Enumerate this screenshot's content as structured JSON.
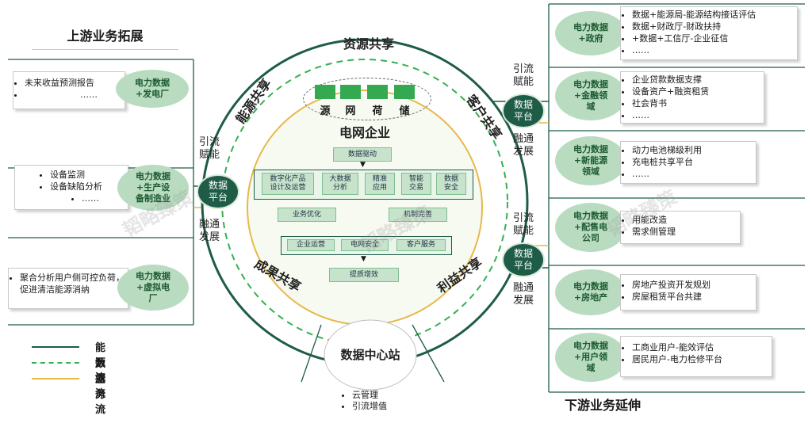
{
  "titles": {
    "upstream": "上游业务拓展",
    "downstream": "下游业务延伸",
    "grid": "电网企业"
  },
  "ring": {
    "top": "资源共享",
    "upper_left": "能源共享",
    "upper_right": "客户共享",
    "lower_left": "成果共享",
    "lower_right": "利益共享"
  },
  "source_row": {
    "labels": [
      "源",
      "网",
      "荷",
      "储"
    ]
  },
  "hub": {
    "left": "数据\n平台",
    "right1": "数据\n平台",
    "right2": "数据\n平台"
  },
  "side_labels": {
    "left_top": "引流\n赋能",
    "left_bottom": "融通\n发展",
    "right_top1": "引流\n赋能",
    "right_bottom1": "融通\n发展",
    "right_top2": "引流\n赋能",
    "right_bottom2": "融通\n发展"
  },
  "center": {
    "data_driven": "数据驱动",
    "row1": [
      "数字化产品\n设计及运营",
      "大数据\n分析",
      "精准\n应用",
      "智能\n交易",
      "数据\n安全"
    ],
    "biz_opt": "业务优化",
    "mech": "机制完善",
    "row3": [
      "企业运营",
      "电网安全",
      "客户服务"
    ],
    "improve": "提质增效"
  },
  "upstream": [
    {
      "node": "电力数据\n+发电厂",
      "items": [
        "未来收益预测报告",
        "……"
      ]
    },
    {
      "node": "电力数据\n+生产设\n备制造业",
      "items": [
        "设备监测",
        "设备缺陷分析",
        "……"
      ]
    },
    {
      "node": "电力数据\n+虚拟电\n厂",
      "items": [
        "聚合分析用户侧可控负荷，促进清洁能源消纳"
      ]
    }
  ],
  "downstream": [
    {
      "node": "电力数据\n+政府",
      "items": [
        "数据+能源局-能源结构接话评估",
        "数据+财政厅-财政扶持",
        "+数据+工信厅-企业征信",
        "……"
      ]
    },
    {
      "node": "电力数据\n+金融领\n域",
      "items": [
        "企业贷款数据支撑",
        "设备资产+融资租赁",
        "社会背书",
        "……"
      ]
    },
    {
      "node": "电力数据\n+新能源\n领域",
      "items": [
        "动力电池梯级利用",
        "充电桩共享平台",
        "……"
      ]
    },
    {
      "node": "电力数据\n+配售电\n公司",
      "items": [
        "用能改造",
        "需求侧管理"
      ]
    },
    {
      "node": "电力数据\n+房地产",
      "items": [
        "房地产投资开发规划",
        "房屋租赁平台共建"
      ]
    },
    {
      "node": "电力数据\n+用户领\n域",
      "items": [
        "工商业用户-能效评估",
        "居民用户-电力检修平台"
      ]
    }
  ],
  "datacenter": {
    "title": "数据中心站",
    "items": [
      "云管理",
      "引流增值"
    ]
  },
  "legend": [
    {
      "label": "能源流",
      "color": "#1e5c48",
      "style": "solid"
    },
    {
      "label": "数据流",
      "color": "#35b050",
      "style": "dashed"
    },
    {
      "label": "业务流",
      "color": "#e8b84a",
      "style": "solid"
    }
  ],
  "watermark": "韬略臻策"
}
